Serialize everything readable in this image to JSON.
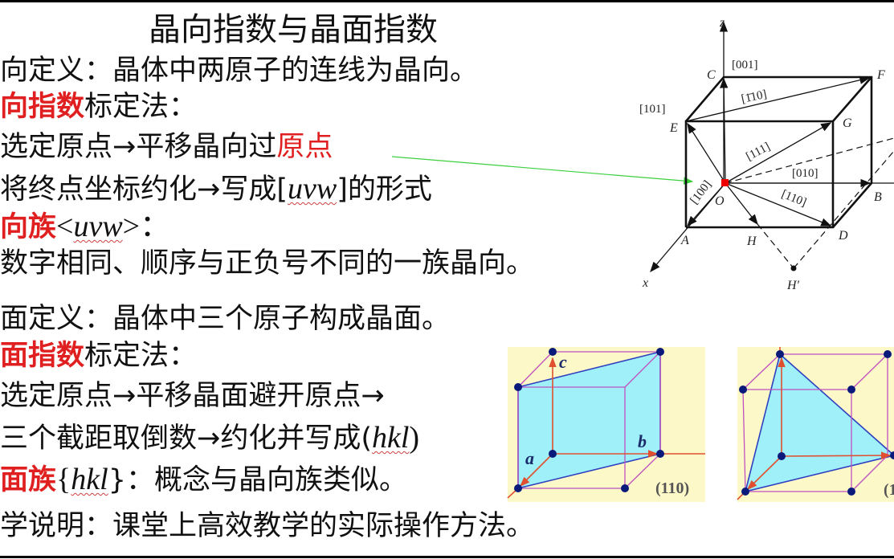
{
  "title": "晶向指数与晶面指数",
  "lines": {
    "l1": "向定义：晶体中两原子的连线为晶向。",
    "l2_red": "向指数",
    "l2": "标定法：",
    "l3": "选定原点→平移晶向过",
    "l3_red": "原点",
    "l4a": "将终点坐标约化→写成[",
    "l4_it": "uvw",
    "l4b": "]的形式",
    "l5_red": "向族",
    "l5a": "<",
    "l5_it": "uvw",
    "l5b": ">：",
    "l6": "数字相同、顺序与正负号不同的一族晶向。",
    "l7": "面定义：晶体中三个原子构成晶面。",
    "l8_red": "面指数",
    "l8": "标定法：",
    "l9": "选定原点→平移晶面避开原点→",
    "l10a": "三个截距取倒数→约化并写成(",
    "l10_it": "hkl",
    "l10b": ")",
    "l11_red": "面族",
    "l11a": "{",
    "l11_it": "hkl",
    "l11b": "}：概念与晶向族类似。",
    "l12": "学说明：课堂上高效教学的实际操作方法。"
  },
  "cube_diagram": {
    "axes": {
      "z": "z",
      "x": "x"
    },
    "points": {
      "O": "O",
      "A": "A",
      "B": "B",
      "C": "C",
      "D": "D",
      "E": "E",
      "F": "F",
      "G": "G",
      "H": "H",
      "Hp": "H′"
    },
    "directions": {
      "d001": "[001]",
      "dm110": "[1̄10]",
      "d101": "[101]",
      "d111": "[111]",
      "d010": "[010]",
      "d100": "[100]",
      "d110": "[110]"
    }
  },
  "plane_figures": {
    "left": {
      "a": "a",
      "b": "b",
      "c": "c",
      "caption": "(110)"
    },
    "right": {
      "caption": "(1"
    }
  },
  "colors": {
    "accent_red": "#e02020",
    "plane_fill": "#9ff0f8",
    "panel_bg": "#fdf8c8",
    "pointer_green": "#3ccf3c"
  }
}
